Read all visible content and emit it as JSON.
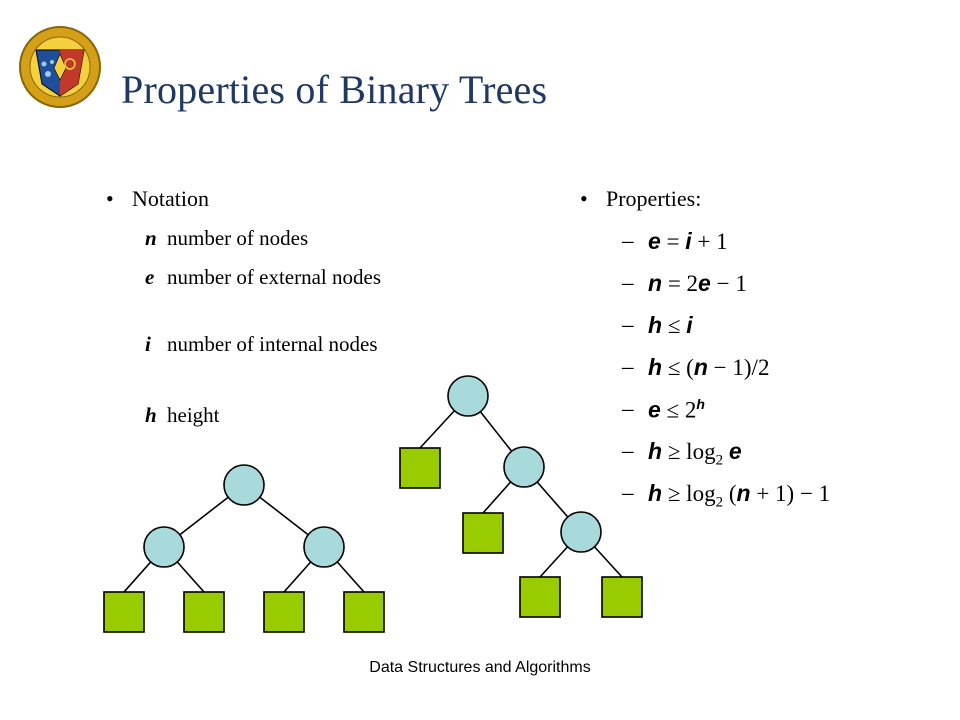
{
  "slide": {
    "title": "Properties of Binary Trees",
    "footer": "Data Structures and Algorithms"
  },
  "logo": {
    "description_icon": "institute-seal-icon",
    "colors": {
      "ring": "#d4a017",
      "blue": "#1f4e9b",
      "red": "#c0392b",
      "light": "#9ec9e8"
    }
  },
  "notation": {
    "bullet": "•",
    "heading": "Notation",
    "items": [
      {
        "sym": "n",
        "desc": "number of nodes"
      },
      {
        "sym": "e",
        "desc": "number of external nodes"
      },
      {
        "sym": "i",
        "desc": "number of internal nodes"
      },
      {
        "sym": "h",
        "desc": "height"
      }
    ]
  },
  "properties": {
    "bullet": "•",
    "heading": "Properties:",
    "dash": "–",
    "items": [
      {
        "html": "<b>e</b> = <b>i</b> + 1"
      },
      {
        "html": "<b>n</b> = 2<b>e</b> − 1"
      },
      {
        "html": "<b>h</b> ≤ <b>i</b>"
      },
      {
        "html": "<b>h</b> ≤ (<b>n</b> − 1)/2"
      },
      {
        "html": "<b>e</b> ≤ 2<sup><b>h</b></sup>"
      },
      {
        "html": "<b>h</b> ≥ log<sub>2</sub> <b>e</b>"
      },
      {
        "html": "<b>h</b> ≥ log<sub>2</sub> (<b>n</b> + 1) − 1"
      }
    ]
  },
  "colors": {
    "title": "#1f3864",
    "internal_node": "#a8dadc",
    "external_node": "#99cc00",
    "edge": "#000000"
  }
}
